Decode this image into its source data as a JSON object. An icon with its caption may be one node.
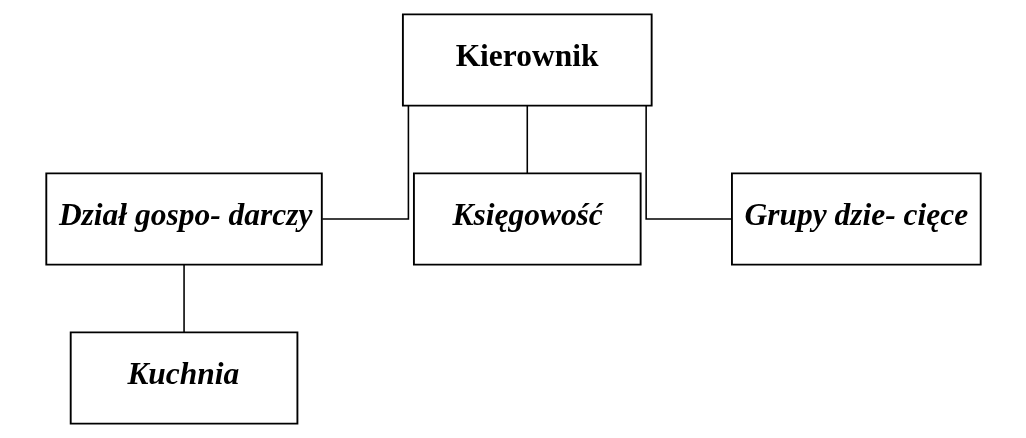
{
  "diagram": {
    "nodes": [
      {
        "text": [
          "Kierownik"
        ]
      },
      {
        "text": [
          "Dział gospo- darczy"
        ]
      },
      {
        "text": [
          "Księgowość"
        ]
      },
      {
        "text": [
          "Grupy dzie- cięce"
        ]
      },
      {
        "text": [
          "Kuchnia"
        ]
      }
    ],
    "edges": [
      {
        "from": 0,
        "to": 1,
        "arrow": "none"
      },
      {
        "from": 0,
        "to": 2,
        "arrow": "none"
      },
      {
        "from": 0,
        "to": 3,
        "arrow": "none"
      },
      {
        "from": 1,
        "to": 4,
        "arrow": "none"
      }
    ]
  }
}
